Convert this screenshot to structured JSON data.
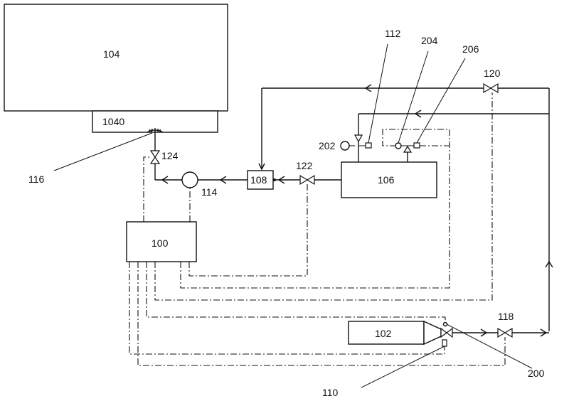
{
  "components": {
    "c104": "104",
    "c1040": "1040",
    "c100": "100",
    "c102": "102",
    "c106": "106",
    "c108": "108"
  },
  "labels": {
    "l112": "112",
    "l204": "204",
    "l206": "206",
    "l120": "120",
    "l202": "202",
    "l122": "122",
    "l124": "124",
    "l116": "116",
    "l114": "114",
    "l118": "118",
    "l200": "200",
    "l110": "110"
  }
}
